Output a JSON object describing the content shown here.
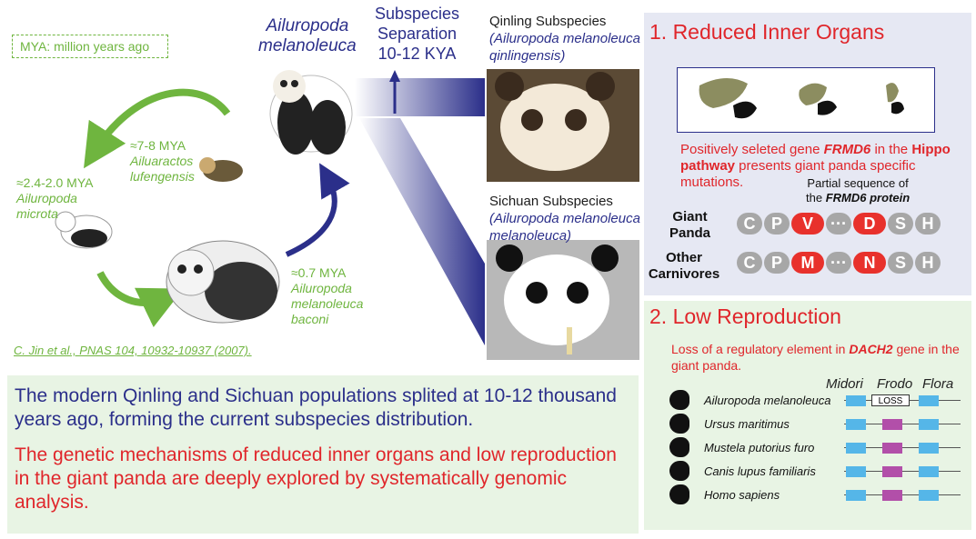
{
  "note_box": "MYA: million years ago",
  "species_main": {
    "genus": "Ailuropoda",
    "species": "melanoleuca"
  },
  "separation": {
    "line1": "Subspecies",
    "line2": "Separation",
    "line3": "10-12 KYA"
  },
  "qinling": {
    "title": "Qinling Subspecies",
    "latin": "(Ailuropoda melanoleuca",
    "latin2": "qinlingensis)"
  },
  "sichuan": {
    "title": "Sichuan Subspecies",
    "latin": "(Ailuropoda melanoleuca",
    "latin2": "melanoleuca)"
  },
  "ancestors": {
    "a1": {
      "time": "≈7-8 MYA",
      "name1": "Ailuaractos",
      "name2": "lufengensis"
    },
    "a2": {
      "time": "≈2.4-2.0 MYA",
      "name1": "Ailuropoda",
      "name2": "microta"
    },
    "a3": {
      "time": "≈0.7 MYA",
      "name1": "Ailuropoda",
      "name2": "melanoleuca",
      "name3": "baconi"
    }
  },
  "citation": "C. Jin et al., PNAS 104, 10932-10937 (2007).",
  "summary": {
    "p1": "The modern Qinling and Sichuan populations splited at 10-12 thousand years ago, forming the current subspecies distribution.",
    "p2": "The genetic mechanisms of reduced inner organs and low reproduction in the giant panda are deeply explored by systematically genomic analysis."
  },
  "panel1": {
    "title": "1. Reduced Inner Organs",
    "desc_a": "Positively seleted gene ",
    "desc_gene": "FRMD6",
    "desc_b": " in the ",
    "desc_path": "Hippo pathway",
    "desc_c": " presents giant panda specific mutations.",
    "seq_title1": "Partial sequence of",
    "seq_title2a": "the ",
    "seq_title2b": "FRMD6 protein",
    "row1_label1": "Giant",
    "row1_label2": "Panda",
    "row2_label1": "Other",
    "row2_label2": "Carnivores",
    "seq_panda": [
      "C",
      "P",
      "V",
      "···",
      "D",
      "S",
      "H"
    ],
    "seq_other": [
      "C",
      "P",
      "M",
      "···",
      "N",
      "S",
      "H"
    ]
  },
  "panel2": {
    "title": "2. Low Reproduction",
    "desc_a": "Loss of a regulatory element in ",
    "desc_gene": "DACH2",
    "desc_b": " gene in the giant panda.",
    "col1": "Midori",
    "col2": "Frodo",
    "col3": "Flora",
    "loss": "LOSS",
    "species": [
      "Ailuropoda melanoleuca",
      "Ursus maritimus",
      "Mustela putorius furo",
      "Canis lupus familiaris",
      "Homo sapiens"
    ]
  },
  "colors": {
    "green": "#6fb53f",
    "navy": "#2b2f8a",
    "red": "#e0262b",
    "exon_blue": "#55b6e8",
    "exon_magenta": "#b24fa9"
  }
}
